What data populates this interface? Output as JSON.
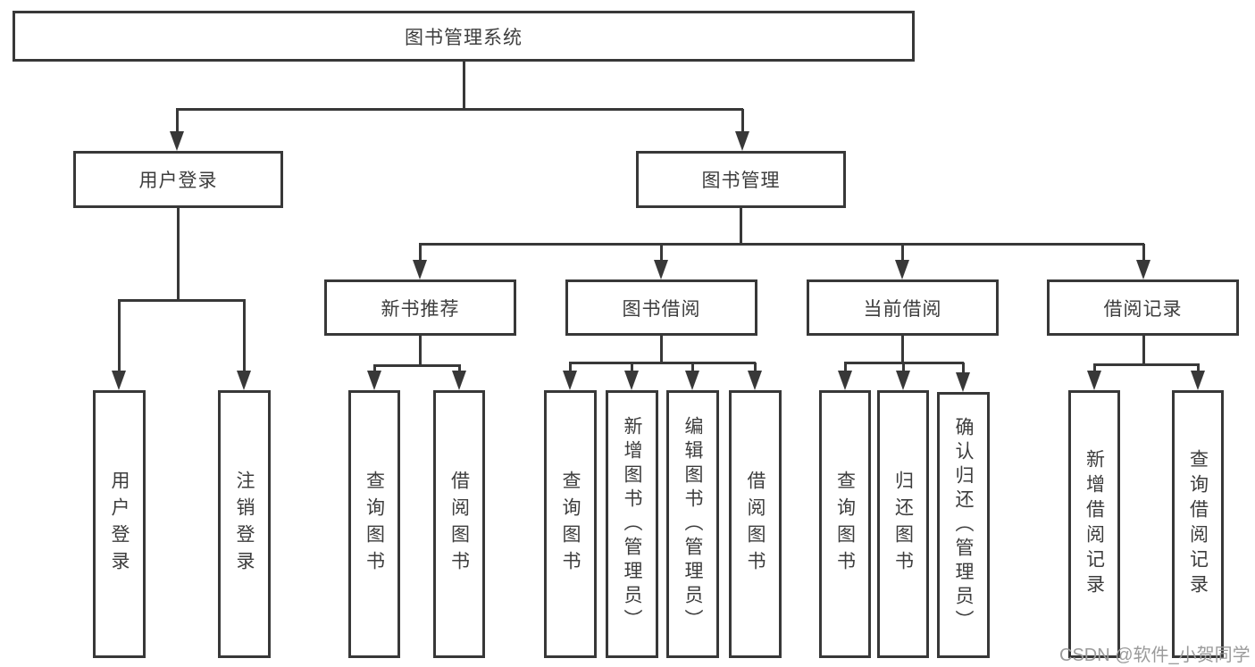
{
  "watermark": "CSDN @软件_小贺同学",
  "colors": {
    "line": "#383838",
    "text": "#3d3d3d",
    "watermark": "#9b9b9b",
    "box_background": "#ffffff"
  },
  "tree": {
    "label": "图书管理系统",
    "children": [
      {
        "label": "用户登录",
        "children": [
          {
            "label": "用户登录"
          },
          {
            "label": "注销登录"
          }
        ]
      },
      {
        "label": "图书管理",
        "children": [
          {
            "label": "新书推荐",
            "children": [
              {
                "label": "查询图书"
              },
              {
                "label": "借阅图书"
              }
            ]
          },
          {
            "label": "图书借阅",
            "children": [
              {
                "label": "查询图书"
              },
              {
                "label": "新增图书（管理员）"
              },
              {
                "label": "编辑图书（管理员）"
              },
              {
                "label": "借阅图书"
              }
            ]
          },
          {
            "label": "当前借阅",
            "children": [
              {
                "label": "查询图书"
              },
              {
                "label": "归还图书"
              },
              {
                "label": "确认归还（管理员）"
              }
            ]
          },
          {
            "label": "借阅记录",
            "children": [
              {
                "label": "新增借阅记录"
              },
              {
                "label": "查询借阅记录"
              }
            ]
          }
        ]
      }
    ]
  }
}
